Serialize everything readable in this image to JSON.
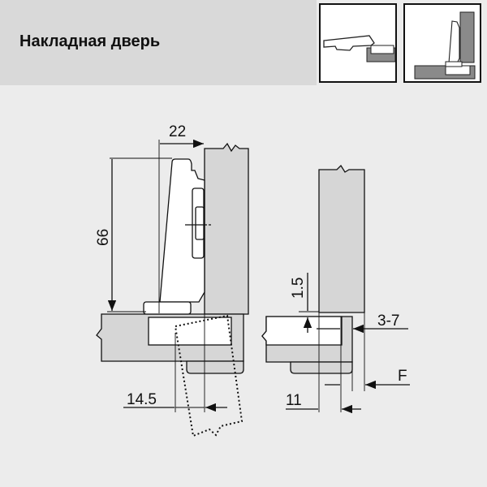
{
  "header": {
    "title": "Накладная дверь"
  },
  "thumbnails": [
    {
      "name": "hinge-open-view"
    },
    {
      "name": "hinge-closed-view"
    }
  ],
  "dimensions": {
    "arm_depth": "22",
    "hinge_height": "66",
    "cup_distance": "14.5",
    "gap": "1.5",
    "overlay_range": "3-7",
    "overlay_label": "F",
    "plate_offset": "11"
  },
  "colors": {
    "panel": "#d6d6d6",
    "background": "#ececec",
    "line": "#111111"
  }
}
